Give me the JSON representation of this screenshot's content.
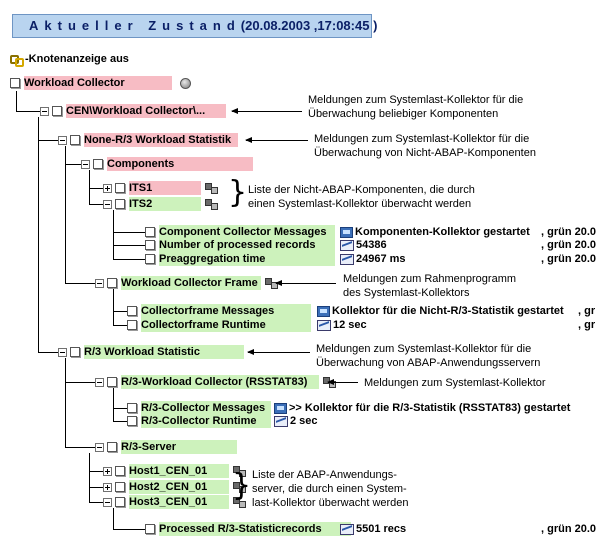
{
  "header": {
    "title_word": "Aktueller Zustand",
    "title_time": "(20.08.2003 ,17:08:45 )"
  },
  "toolbar": {
    "knoten_label": "-Knotenanzeige aus"
  },
  "tree": {
    "workload_collector": "Workload Collector",
    "cen_collector": "CEN\\Workload Collector\\...",
    "none_r3_stat": "None-R/3 Workload Statistik",
    "components": "Components",
    "its1": "ITS1",
    "its2": "ITS2",
    "comp_msgs": "Component Collector Messages",
    "num_records": "Number of processed records",
    "preagg_time": "Preaggregation time",
    "wc_frame": "Workload Collector Frame",
    "cf_msgs": "Collectorframe Messages",
    "cf_runtime": "Collectorframe Runtime",
    "r3_stat": "R/3 Workload Statistic",
    "r3_collector": "R/3-Workload Collector (RSSTAT83)",
    "r3_msgs": "R/3-Collector Messages",
    "r3_runtime": "R/3-Collector Runtime",
    "r3_server": "R/3-Server",
    "host1": "Host1_CEN_01",
    "host2": "Host2_CEN_01",
    "host3": "Host3_CEN_01",
    "processed": "Processed R/3-Statisticrecords"
  },
  "values": {
    "comp_msgs": "Komponenten-Kollektor gestartet",
    "comp_msgs_sfx": ", grün 20.0",
    "num_records": "54386",
    "num_records_sfx": ", grün 20.0",
    "preagg_time": "24967  ms",
    "preagg_time_sfx": ", grün 20.0",
    "cf_msgs": "Kollektor für die Nicht-R/3-Statistik gestartet",
    "cf_msgs_sfx": ", gr",
    "cf_runtime": "12  sec",
    "cf_runtime_sfx": ", gr",
    "r3_msgs": ">> Kollektor für die R/3-Statistik (RSSTAT83) gestartet",
    "r3_runtime": "2  sec",
    "processed": "5501  recs",
    "processed_sfx": ", grün 20.0"
  },
  "notes": {
    "n1a": "Meldungen zum Systemlast-Kollektor für die",
    "n1b": "Überwachung beliebiger Komponenten",
    "n2a": "Meldungen zum Systemlast-Kollektor für die",
    "n2b": "Überwachung von Nicht-ABAP-Komponenten",
    "n3a": "Liste der Nicht-ABAP-Komponenten, die durch",
    "n3b": "einen Systemlast-Kollektor überwacht werden",
    "n4a": "Meldungen zum Rahmenprogramm",
    "n4b": "des Systemlast-Kollektors",
    "n5a": "Meldungen zum Systemlast-Kollektor für die",
    "n5b": "Überwachung von ABAP-Anwendungsservern",
    "n6": "Meldungen zum Systemlast-Kollektor",
    "n7a": "Liste der ABAP-Anwendungs-",
    "n7b": "server, die durch einen System-",
    "n7c": "last-Kollektor überwacht werden"
  },
  "colors": {
    "alert_red": "#f7bcc4",
    "ok_green": "#cdf2bc",
    "title_bg": "#b9d4ef"
  }
}
